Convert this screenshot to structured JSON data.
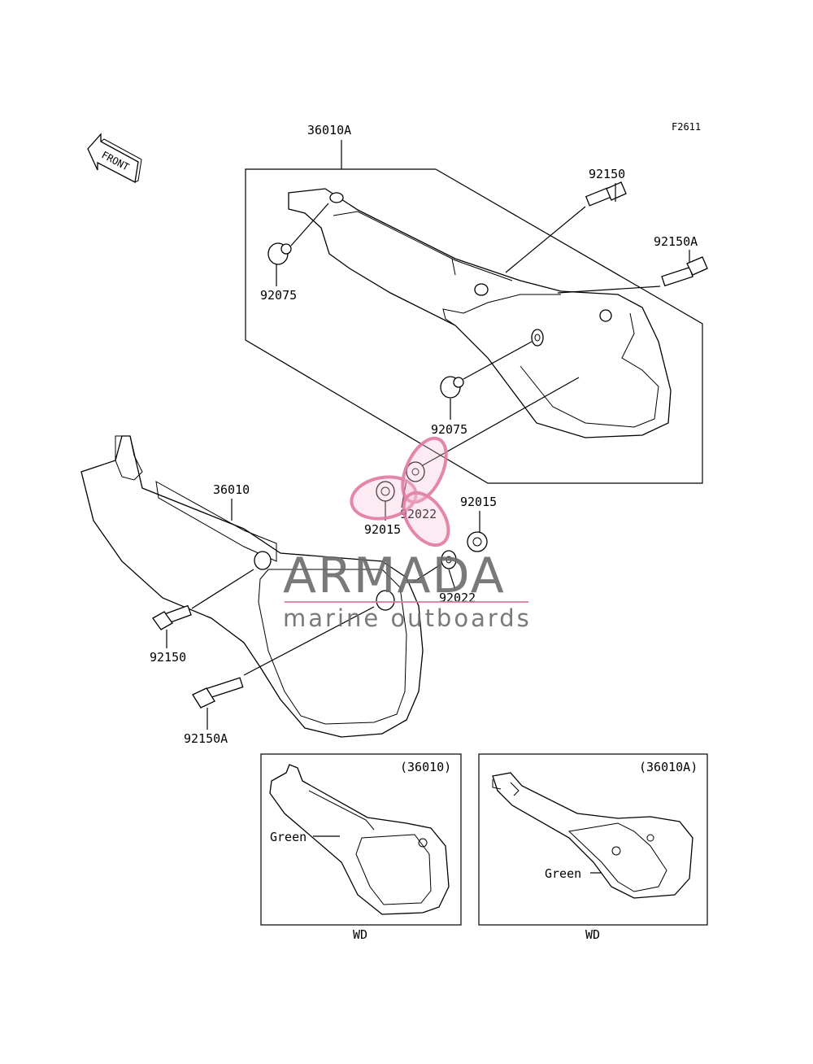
{
  "figure_id": "F2611",
  "front_arrow_label": "FRONT",
  "part_labels": {
    "cover_right": "36010A",
    "cover_left": "36010",
    "bolt_upper_r": "92150",
    "bolt_upper_ra": "92150A",
    "damper_upper": "92075",
    "damper_lower": "92075",
    "nut_left": "92015",
    "washer_left": "92022",
    "nut_right": "92015",
    "washer_right": "92022",
    "bolt_lower_l": "92150",
    "bolt_lower_la": "92150A"
  },
  "inset_left": {
    "code": "(36010)",
    "color_label": "Green",
    "caption": "WD"
  },
  "inset_right": {
    "code": "(36010A)",
    "color_label": "Green",
    "caption": "WD"
  },
  "watermark": {
    "brand": "ARMADA",
    "tagline": "marine outboards",
    "accent_color": "#e07aa0",
    "text_color": "#6b6b6b"
  }
}
